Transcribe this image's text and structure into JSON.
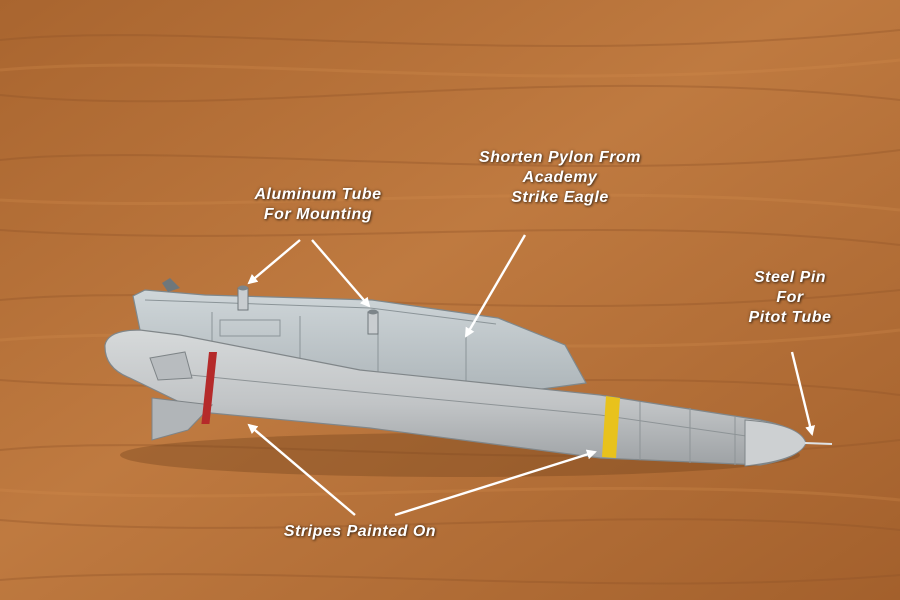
{
  "annotations": {
    "aluminum_tube": {
      "line1": "Aluminum Tube",
      "line2": "For Mounting"
    },
    "pylon": {
      "line1": "Shorten Pylon From",
      "line2": "Academy",
      "line3": "Strike Eagle"
    },
    "steel_pin": {
      "line1": "Steel Pin",
      "line2": "For",
      "line3": "Pitot Tube"
    },
    "stripes": {
      "line1": "Stripes Painted On"
    }
  },
  "colors": {
    "wood": "#b5713a",
    "wood_dark": "#8f5427",
    "missile_body": "#c4c7c8",
    "missile_shadow": "#9a9ea1",
    "stripe_red": "#b52a2a",
    "stripe_yellow": "#e8c21c",
    "label_text": "#ffffff"
  }
}
